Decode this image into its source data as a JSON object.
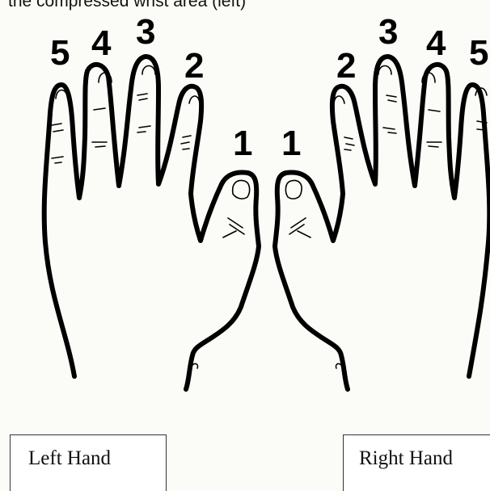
{
  "caption": "the compressed wrist area (left)",
  "left_hand": {
    "label": "Left Hand",
    "fingers": [
      {
        "finger": "pinky",
        "number": "5"
      },
      {
        "finger": "ring",
        "number": "4"
      },
      {
        "finger": "middle",
        "number": "3"
      },
      {
        "finger": "index",
        "number": "2"
      },
      {
        "finger": "thumb",
        "number": "1"
      }
    ]
  },
  "right_hand": {
    "label": "Right Hand",
    "fingers": [
      {
        "finger": "thumb",
        "number": "1"
      },
      {
        "finger": "index",
        "number": "2"
      },
      {
        "finger": "middle",
        "number": "3"
      },
      {
        "finger": "ring",
        "number": "4"
      },
      {
        "finger": "pinky",
        "number": "5"
      }
    ]
  }
}
